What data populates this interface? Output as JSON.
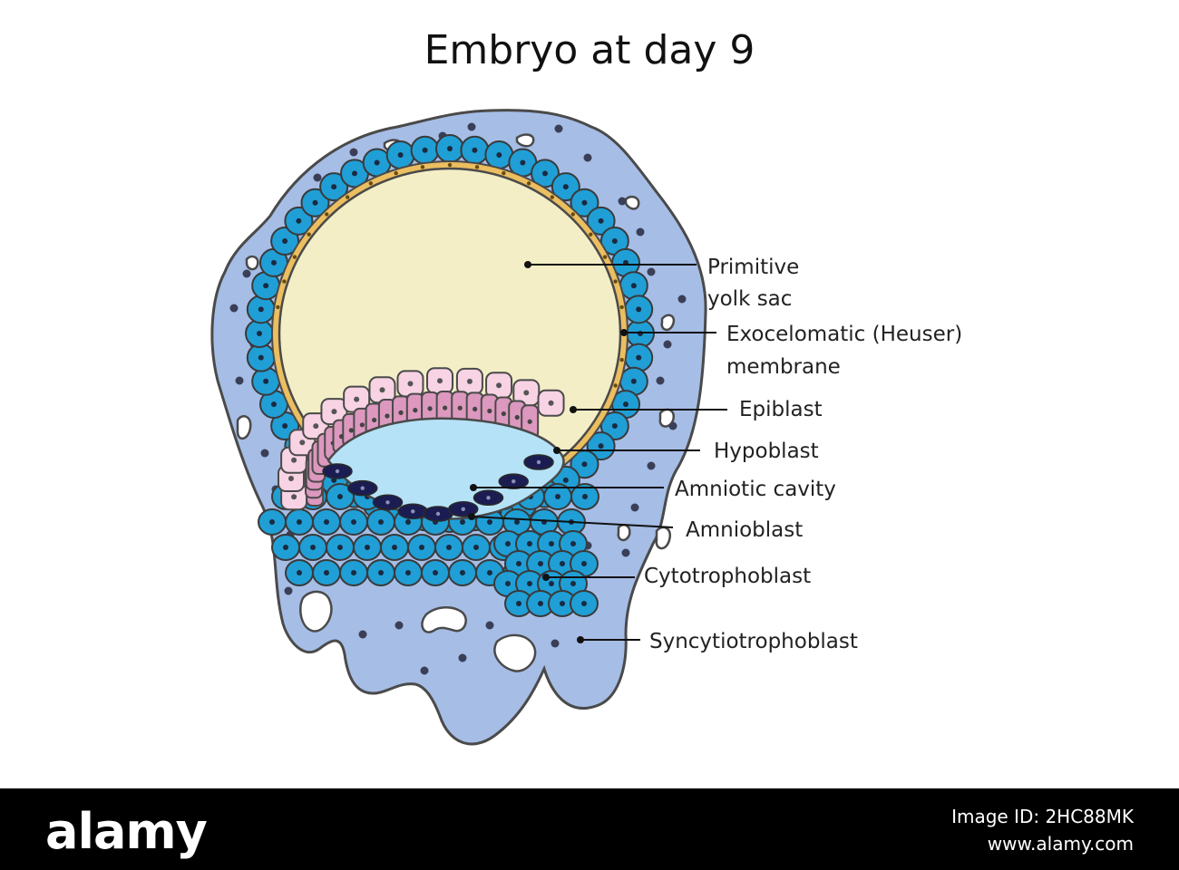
{
  "title": "Embryo at day 9",
  "labels": {
    "primitive_yolk_sac": [
      "Primitive",
      "yolk sac"
    ],
    "exocoelomic_membrane": [
      "Exocelomatic (Heuser)",
      "membrane"
    ],
    "epiblast": "Epiblast",
    "hypoblast": "Hypoblast",
    "amniotic_cavity": "Amniotic cavity",
    "amnioblast": "Amnioblast",
    "cytotrophoblast": "Cytotrophoblast",
    "syncytiotrophoblast": "Syncytiotrophoblast"
  },
  "watermark": {
    "brand": "alamy",
    "image_id": "Image ID: 2HC88MK",
    "site": "www.alamy.com"
  },
  "colors": {
    "syncytio": "#a6bde6",
    "cyto": "#1f9fd6",
    "yolk": "#f3eec6",
    "heuser": "#ebbe60",
    "epiblast": "#f7d3e4",
    "hypoblast": "#dc98be",
    "amniotic": "#b5e2f7",
    "amnioblast": "#1b1d52",
    "outline": "#4a4a4a"
  }
}
